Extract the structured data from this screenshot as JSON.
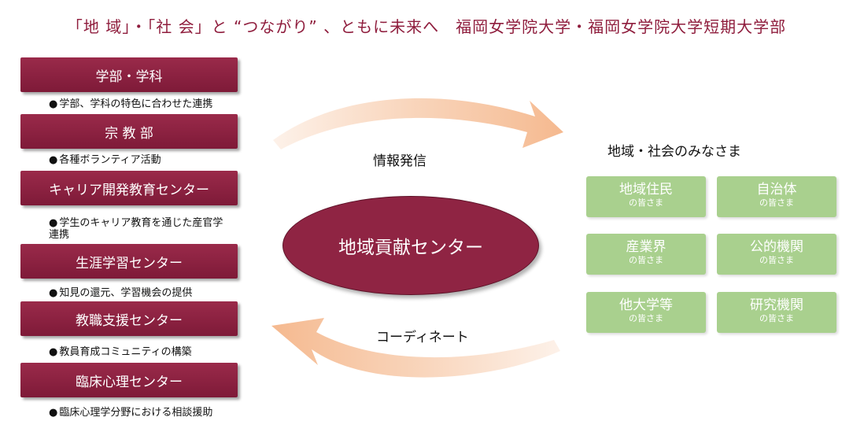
{
  "title": "「地 域」・「社 会」と “つながり” 、ともに未来へ　福岡女学院大学・福岡女学院大学短期大学部",
  "departments": [
    {
      "name": "学部・学科",
      "note": "学部、学科の特色に合わせた連携"
    },
    {
      "name": "宗 教 部",
      "note": "各種ボランティア活動"
    },
    {
      "name": "キャリア開発教育センター",
      "note": "学生のキャリア教育を通じた産官学連携"
    },
    {
      "name": "生涯学習センター",
      "note": "知見の還元、学習機会の提供"
    },
    {
      "name": "教職支援センター",
      "note": "教員育成コミュニティの構築"
    },
    {
      "name": "臨床心理センター",
      "note": "臨床心理学分野における相談援助"
    }
  ],
  "bullet": "●",
  "center": "地域貢献センター",
  "flows": {
    "top": "情報発信",
    "bottom": "コーディネート"
  },
  "community": {
    "title": "地域・社会のみなさま",
    "tiles": [
      {
        "name": "地域住民",
        "sub": "の皆さま"
      },
      {
        "name": "自治体",
        "sub": "の皆さま"
      },
      {
        "name": "産業界",
        "sub": "の皆さま"
      },
      {
        "name": "公的機関",
        "sub": "の皆さま"
      },
      {
        "name": "他大学等",
        "sub": "の皆さま"
      },
      {
        "name": "研究機関",
        "sub": "の皆さま"
      }
    ]
  },
  "colors": {
    "maroon": "#8f2443",
    "arrow": "#f7c9a8",
    "tile": "#a9d08e"
  }
}
